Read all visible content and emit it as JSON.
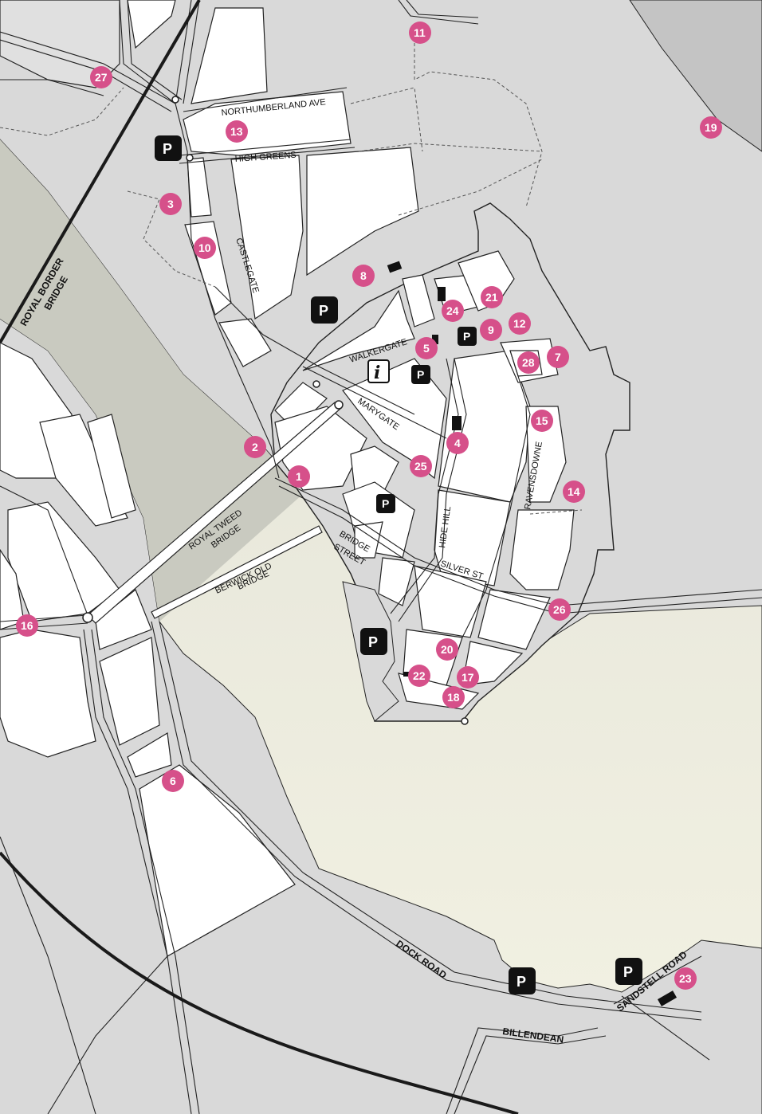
{
  "colors": {
    "land": "#d9d9d9",
    "river": "#c6c8bd",
    "estuary_light": "#f2f1e4",
    "block": "#ffffff",
    "road_edge": "#222222",
    "marker": "#d6508a",
    "parking": "#111111",
    "railway": "#1a1a1a"
  },
  "labels": {
    "northumberland_ave": "NORTHUMBERLAND AVE",
    "high_greens": "HIGH GREENS",
    "castlegate": "CASTLEGATE",
    "walkergate": "WALKERGATE",
    "marygate": "MARYGATE",
    "ravensdowne": "RAVENSDOWNE",
    "hide_hill": "HIDE HILL",
    "silver_st": "SILVER ST",
    "bridge_street_1": "BRIDGE",
    "bridge_street_2": "STREET",
    "royal_tweed_1": "ROYAL TWEED",
    "royal_tweed_2": "BRIDGE",
    "berwick_old_1": "BERWICK OLD",
    "berwick_old_2": "BRIDGE",
    "royal_border_1": "ROYAL BORDER",
    "royal_border_2": "BRIDGE",
    "dock_road": "DOCK ROAD",
    "billendean": "BILLENDEAN",
    "sandstell_road": "SANDSTELL ROAD"
  },
  "parking_label": "P",
  "info_label": "i",
  "markers": {
    "m1": "1",
    "m2": "2",
    "m3": "3",
    "m4": "4",
    "m5": "5",
    "m6": "6",
    "m7": "7",
    "m8": "8",
    "m9": "9",
    "m10": "10",
    "m11": "11",
    "m12": "12",
    "m13": "13",
    "m14": "14",
    "m15": "15",
    "m16": "16",
    "m17": "17",
    "m18": "18",
    "m19": "19",
    "m20": "20",
    "m21": "21",
    "m22": "22",
    "m23": "23",
    "m24": "24",
    "m25": "25",
    "m26": "26",
    "m27": "27",
    "m28": "28"
  }
}
